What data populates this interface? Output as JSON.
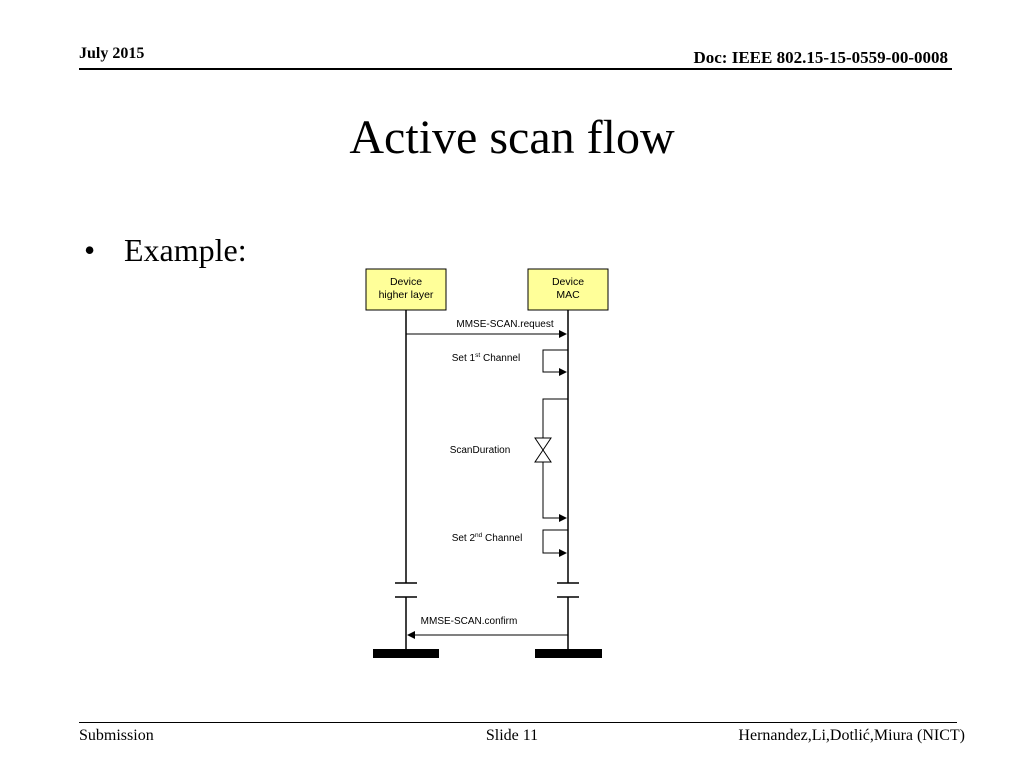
{
  "header": {
    "date": "July 2015",
    "doc": "Doc: IEEE 802.15-15-0559-00-0008"
  },
  "title": "Active scan flow",
  "bullet": {
    "symbol": "•",
    "text": "Example:"
  },
  "diagram": {
    "lifelines": [
      {
        "line1": "Device",
        "line2": "higher layer"
      },
      {
        "line1": "Device",
        "line2": "MAC"
      }
    ],
    "messages": {
      "request": "MMSE-SCAN.request",
      "confirm": "MMSE-SCAN.confirm"
    },
    "set1": {
      "prefix": "Set 1",
      "sup": "st",
      "suffix": " Channel"
    },
    "scan_duration": "ScanDuration",
    "set2": {
      "prefix": "Set 2",
      "sup": "nd",
      "suffix": " Channel"
    },
    "colors": {
      "box_fill": "#ffff99",
      "line": "#000000"
    }
  },
  "footer": {
    "left": "Submission",
    "center": "Slide 11",
    "right": "Hernandez,Li,Dotlić,Miura (NICT)"
  }
}
